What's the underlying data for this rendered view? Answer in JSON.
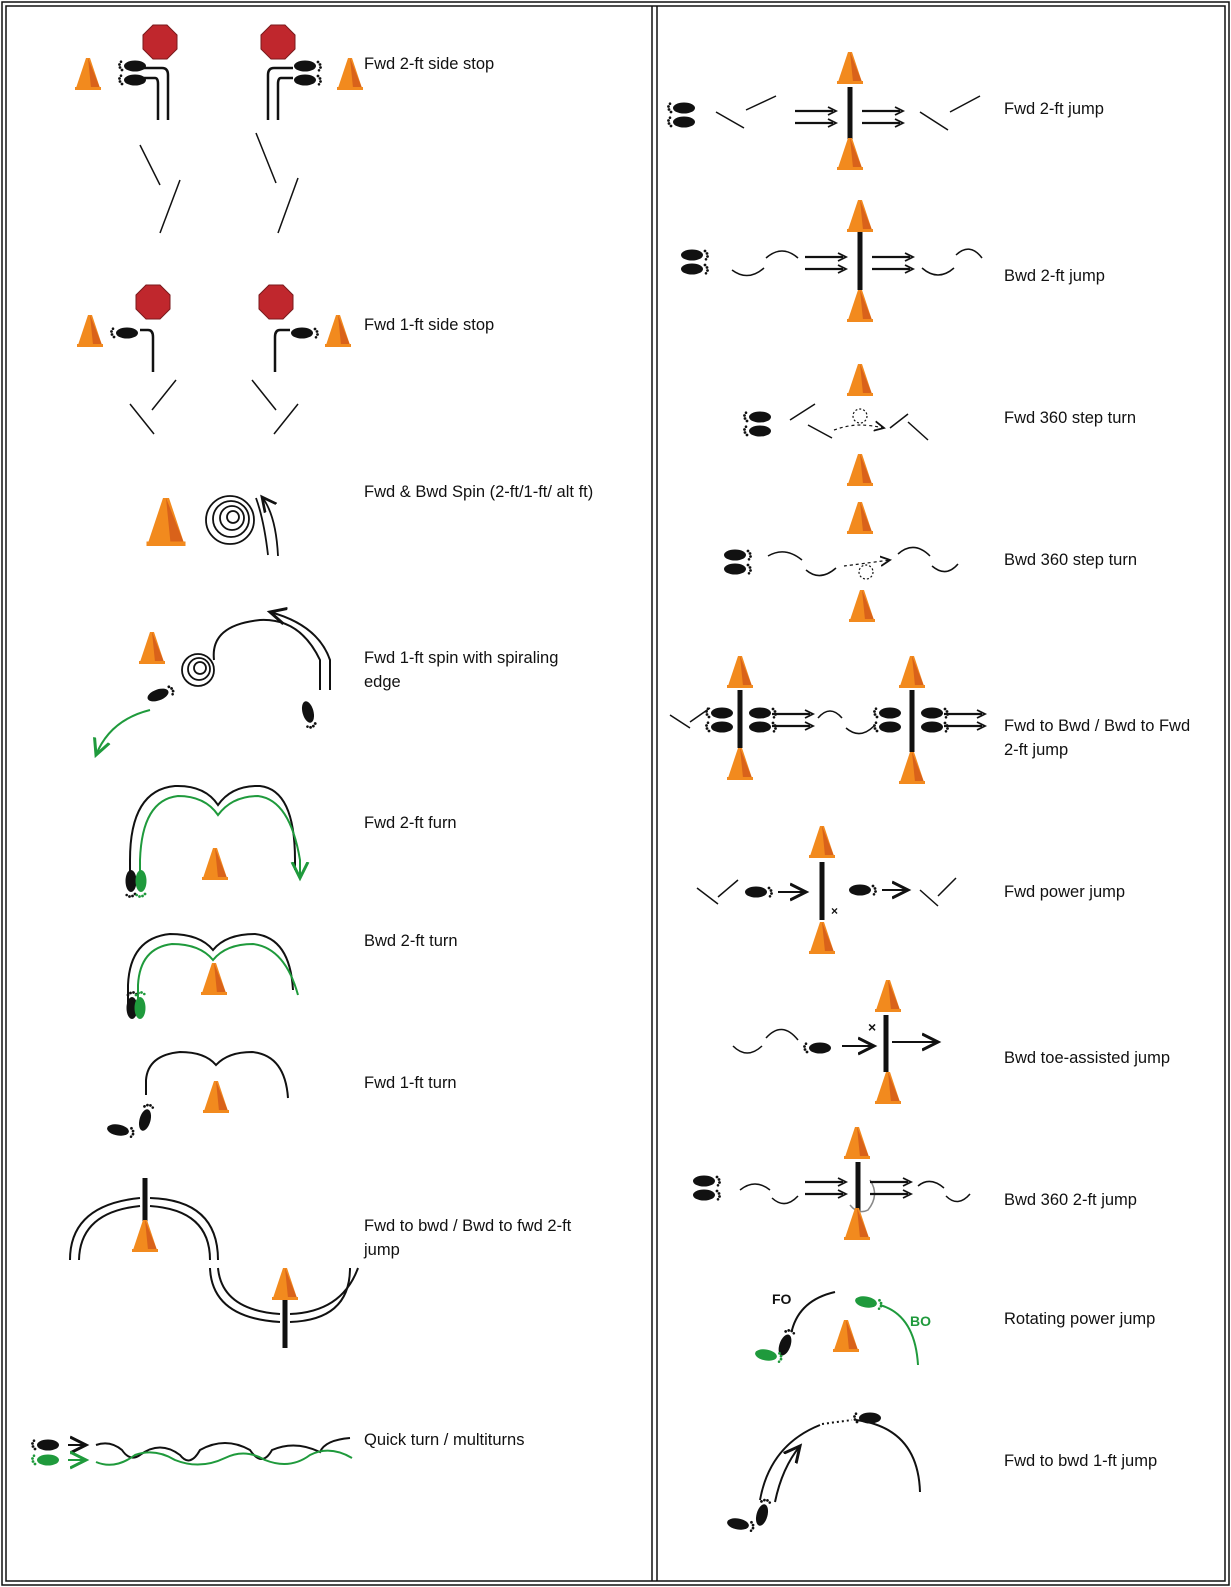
{
  "colors": {
    "cone": "#f28a1e",
    "cone_dark": "#d9621a",
    "stop_sign": "#c0272d",
    "ink": "#111111",
    "green": "#1f9a3c"
  },
  "left_column": {
    "items": [
      {
        "label": "Fwd 2-ft side stop"
      },
      {
        "label": "Fwd 1-ft side stop"
      },
      {
        "label": "Fwd & Bwd Spin (2-ft/1-ft/ alt ft)"
      },
      {
        "label": "Fwd 1-ft spin with spiraling edge"
      },
      {
        "label": "Fwd 2-ft furn"
      },
      {
        "label": "Bwd 2-ft turn"
      },
      {
        "label": "Fwd 1-ft turn"
      },
      {
        "label": "Fwd to bwd / Bwd to fwd 2-ft jump"
      },
      {
        "label": "Quick turn / multiturns"
      }
    ]
  },
  "right_column": {
    "items": [
      {
        "label": "Fwd 2-ft jump"
      },
      {
        "label": "Bwd 2-ft jump"
      },
      {
        "label": "Fwd 360 step turn"
      },
      {
        "label": "Bwd 360 step turn"
      },
      {
        "label": "Fwd to Bwd / Bwd to Fwd 2-ft jump"
      },
      {
        "label": "Fwd power jump"
      },
      {
        "label": "Bwd toe-assisted jump"
      },
      {
        "label": "Bwd 360 2-ft jump"
      },
      {
        "label": "Rotating power jump"
      },
      {
        "label": "Fwd to bwd 1-ft jump"
      }
    ]
  },
  "edge_labels": {
    "fo": "FO",
    "bo": "BO"
  }
}
